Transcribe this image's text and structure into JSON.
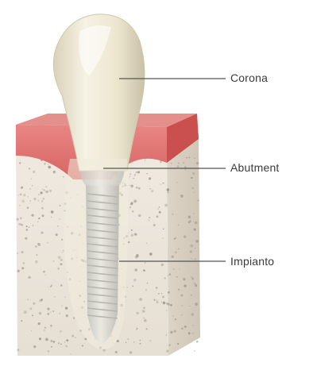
{
  "labels": {
    "corona": "Corona",
    "abutment": "Abutment",
    "impianto": "Impianto"
  },
  "colors": {
    "gum": "#e07a78",
    "gum_dark": "#c95452",
    "bone": "#ece6dc",
    "bone_speckle": "#9c948a",
    "crown": "#eee9d6",
    "metal": "#b9bcc0",
    "leader_line": "#555555"
  }
}
